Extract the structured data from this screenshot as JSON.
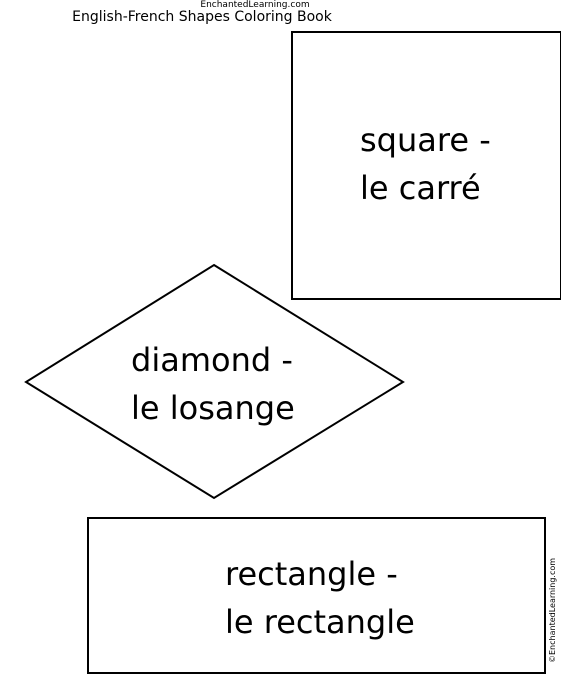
{
  "header": {
    "site": "EnchantedLearning.com",
    "title": "English-French Shapes Coloring Book"
  },
  "shapes": {
    "square": {
      "line1": "square -",
      "line2": "le carré"
    },
    "diamond": {
      "line1": "diamond -",
      "line2": "le losange"
    },
    "rectangle": {
      "line1": "rectangle -",
      "line2": "le rectangle"
    }
  },
  "footer": {
    "copyright": "©EnchantedLearning.com"
  }
}
